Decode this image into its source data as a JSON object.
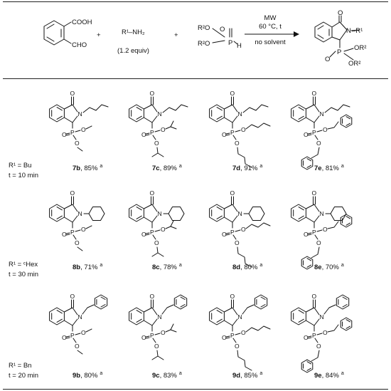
{
  "reaction": {
    "reagent1": {
      "cooh": "COOH",
      "cho": "CHO"
    },
    "plus": "+",
    "amine": {
      "text": "R¹–NH₂",
      "equiv": "(1.2 equiv)"
    },
    "phosphite": {
      "r2o_top": "R²O",
      "r2o_bottom": "R²O",
      "p": "P",
      "o": "O",
      "h": "H"
    },
    "conditions": [
      "MW",
      "60 °C, t",
      "no solvent"
    ],
    "product": {
      "o": "O",
      "n": "N",
      "r1": "–R¹",
      "p": "P",
      "o_label": "O",
      "or2_top": "OR²",
      "or2_bottom": "OR²"
    }
  },
  "rows": [
    {
      "r1": "R¹ = Bu",
      "time": "t = 10 min",
      "items": [
        {
          "compound": "7b",
          "yield": ", 85%",
          "note": "a"
        },
        {
          "compound": "7c",
          "yield": ", 89%",
          "note": "a"
        },
        {
          "compound": "7d",
          "yield": ", 91%",
          "note": "a"
        },
        {
          "compound": "7e",
          "yield": ", 81%",
          "note": "a"
        }
      ]
    },
    {
      "r1": "R¹ = ᶜHex",
      "time": "t = 30 min",
      "items": [
        {
          "compound": "8b",
          "yield": ", 71%",
          "note": "a"
        },
        {
          "compound": "8c",
          "yield": ", 78%",
          "note": "a"
        },
        {
          "compound": "8d",
          "yield": ", 80%",
          "note": "a"
        },
        {
          "compound": "8e",
          "yield": ", 70%",
          "note": "a"
        }
      ]
    },
    {
      "r1": "R¹ = Bn",
      "time": "t = 20 min",
      "items": [
        {
          "compound": "9b",
          "yield": ", 80%",
          "note": "a"
        },
        {
          "compound": "9c",
          "yield": ", 83%",
          "note": "a"
        },
        {
          "compound": "9d",
          "yield": ", 85%",
          "note": "a"
        },
        {
          "compound": "9e",
          "yield": ", 84%",
          "note": "a"
        }
      ]
    }
  ],
  "atoms": {
    "O": "O",
    "N": "N",
    "P": "P"
  }
}
